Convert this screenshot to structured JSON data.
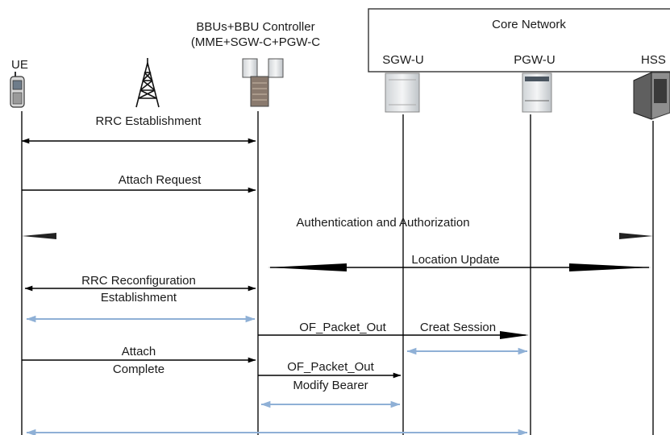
{
  "header": {
    "bbu_label_line1": "BBUs+BBU Controller",
    "bbu_label_line2": "(MME+SGW-C+PGW-C",
    "core_network_label": "Core Network"
  },
  "entities": {
    "ue": "UE",
    "sgw_u": "SGW-U",
    "pgw_u": "PGW-U",
    "hss": "HSS"
  },
  "messages": {
    "rrc_establishment": "RRC Establishment",
    "attach_request": "Attach  Request",
    "auth": "Authentication and Authorization",
    "location_update": "Location Update",
    "rrc_reconfig_line1": "RRC Reconfiguration",
    "rrc_reconfig_line2": "Establishment",
    "of_packet_out_1": "OF_Packet_Out",
    "creat_session": "Creat Session",
    "attach_complete_line1": "Attach",
    "attach_complete_line2": "Complete",
    "of_packet_out_2": "OF_Packet_Out",
    "modify_bearer": "Modify Bearer"
  },
  "colors": {
    "lifeline": "#2a2a2a",
    "message_arrow": "#000000",
    "data_path": "#8fb0d6"
  }
}
